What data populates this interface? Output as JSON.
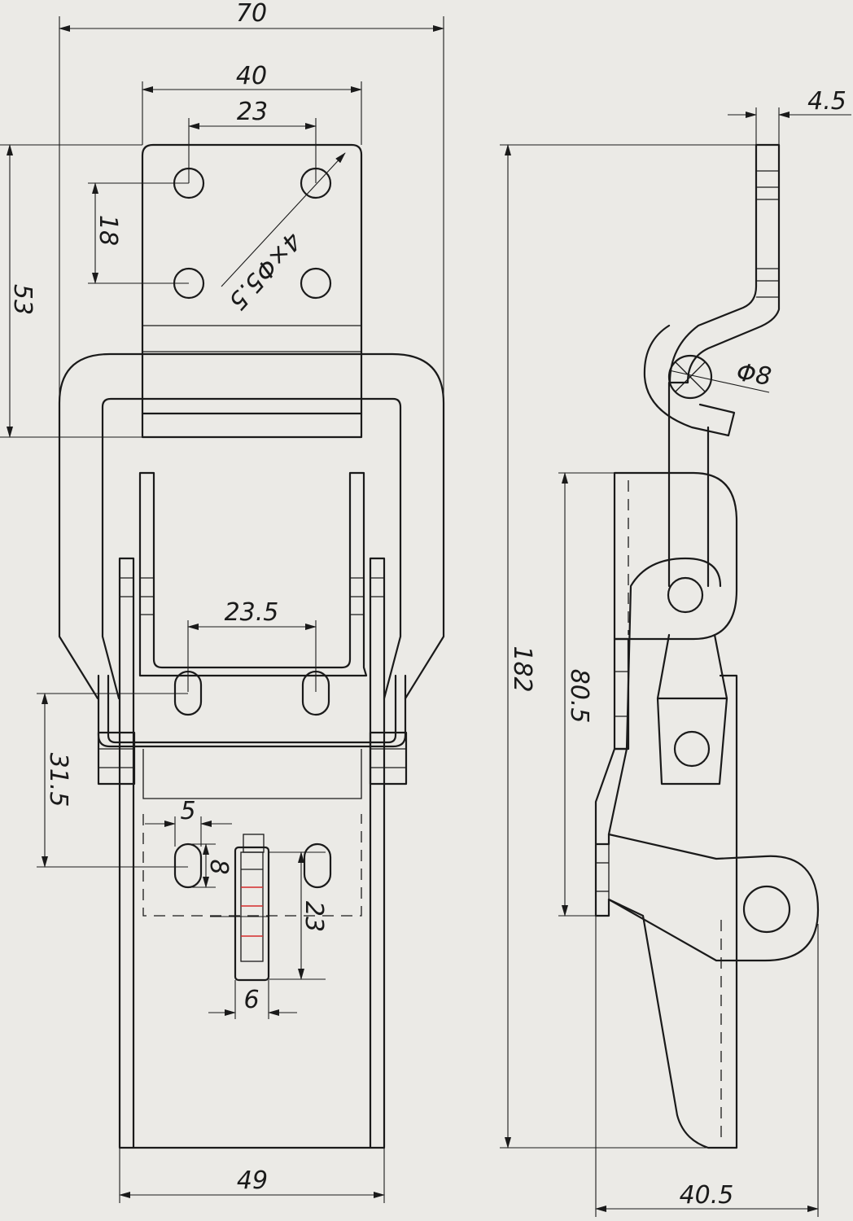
{
  "dimensions": {
    "overall_width": "70",
    "plate_width": "40",
    "hole_spacing_x": "23",
    "plate_height": "53",
    "hole_spacing_y": "18",
    "hole_callout": "4×Φ5.5",
    "slot_spacing": "23.5",
    "slot_offset": "31.5",
    "slot_width": "5",
    "slot_height": "8",
    "lock_height": "23",
    "lock_width": "6",
    "base_width": "49",
    "thickness": "4.5",
    "pin_diameter": "Φ8",
    "total_height": "182",
    "hook_length": "80.5",
    "side_depth": "40.5"
  }
}
